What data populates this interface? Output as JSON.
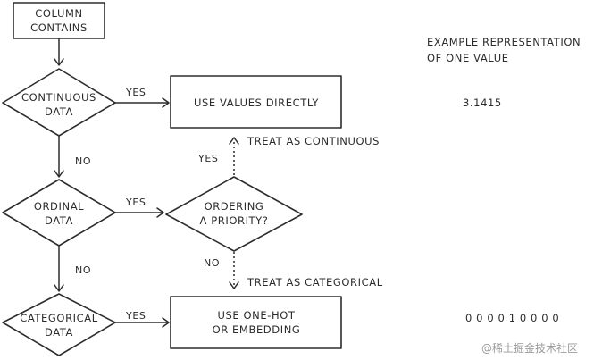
{
  "nodes": {
    "start": [
      "COLUMN",
      "CONTAINS"
    ],
    "continuous": [
      "CONTINUOUS",
      "DATA"
    ],
    "ordinal": [
      "ORDINAL",
      "DATA"
    ],
    "categorical": [
      "CATEGORICAL",
      "DATA"
    ],
    "use_values": [
      "USE VALUES DIRECTLY"
    ],
    "ordering": [
      "ORDERING",
      "A PRIORITY?"
    ],
    "one_hot": [
      "USE ONE-HOT",
      "OR EMBEDDING"
    ]
  },
  "edges": {
    "yes_continuous": "YES",
    "no_continuous": "NO",
    "yes_ordinal": "YES",
    "no_ordinal": "NO",
    "yes_categorical": "YES",
    "yes_priority": "YES",
    "no_priority": "NO"
  },
  "outcomes": {
    "treat_continuous": "TREAT AS CONTINUOUS",
    "treat_categorical": "TREAT AS CATEGORICAL"
  },
  "example": {
    "heading": [
      "EXAMPLE REPRESENTATION",
      "OF ONE VALUE"
    ],
    "continuous_value": "3.1415",
    "onehot_value": "0 0 0 0 1 0 0 0 0"
  },
  "watermark": "@稀土掘金技术社区"
}
